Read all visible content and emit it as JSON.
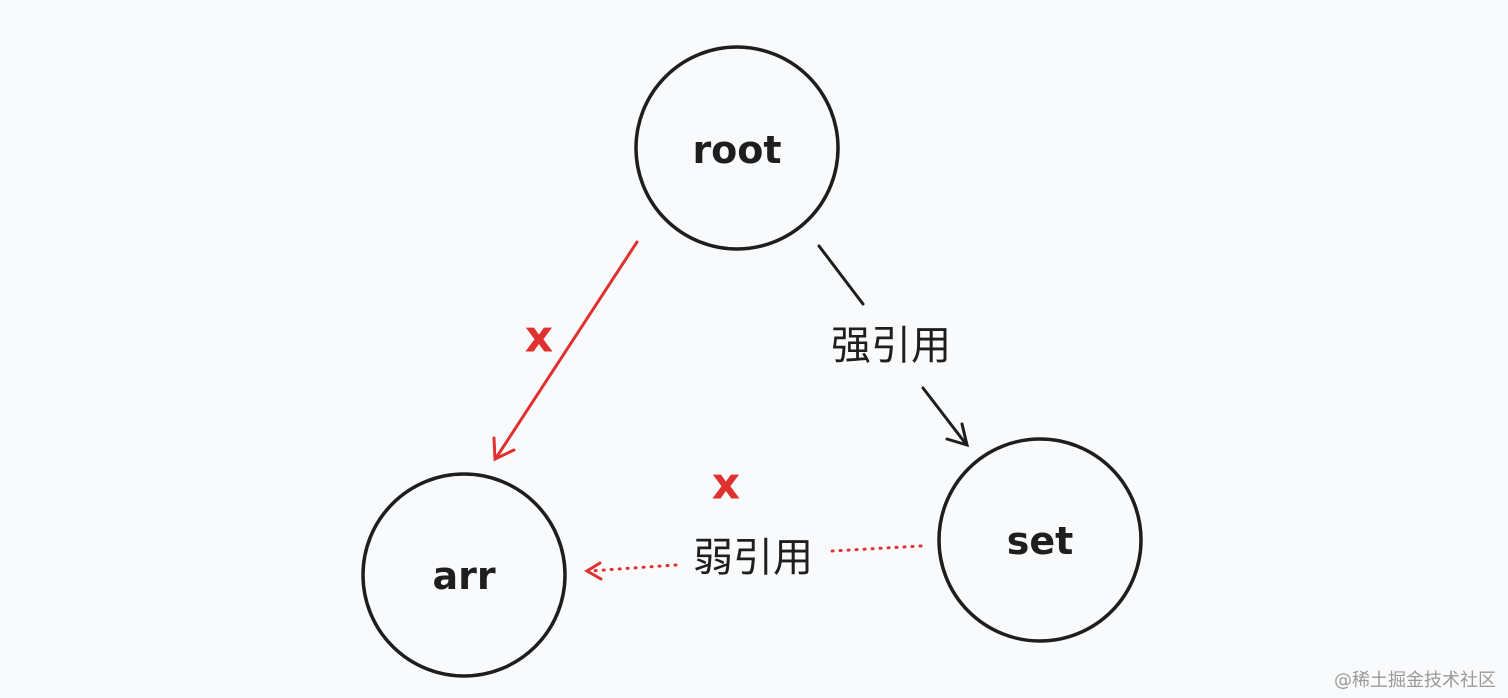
{
  "nodes": {
    "root": "root",
    "set": "set",
    "arr": "arr"
  },
  "edges": {
    "strong_label": "强引用",
    "weak_label": "弱引用"
  },
  "marks": {
    "cross_root_arr": "x",
    "cross_weak": "x"
  },
  "watermark": "@稀土掘金技术社区",
  "colors": {
    "stroke": "#1e1e1e",
    "broken": "#e03131",
    "background": "#f9fafc"
  }
}
